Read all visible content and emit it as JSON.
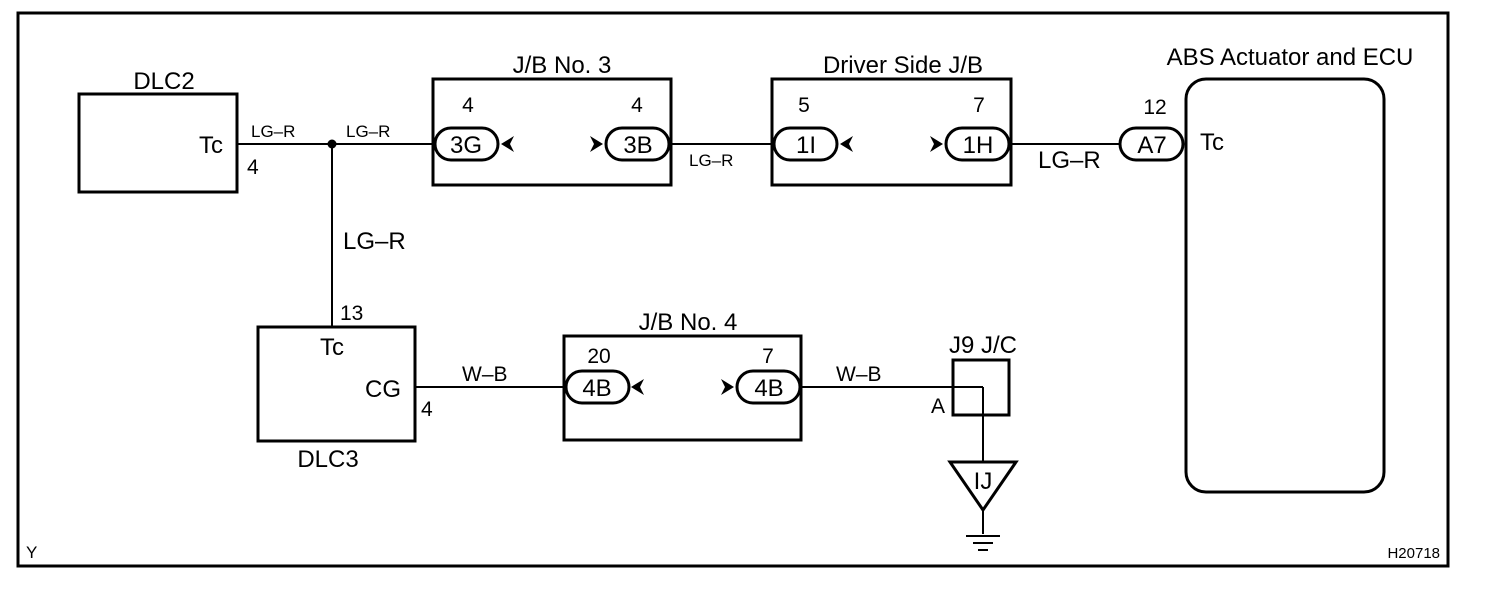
{
  "components": {
    "dlc2": {
      "name": "DLC2",
      "terminal_name": "Tc",
      "pin": "4"
    },
    "dlc3": {
      "name": "DLC3",
      "tc_terminal": "Tc",
      "tc_pin": "13",
      "cg_terminal": "CG",
      "cg_pin": "4"
    },
    "jb3": {
      "name": "J/B No. 3",
      "pin_left": "4",
      "conn_left": "3G",
      "pin_right": "4",
      "conn_right": "3B"
    },
    "dsjb": {
      "name": "Driver Side J/B",
      "pin_left": "5",
      "conn_left": "1I",
      "pin_right": "7",
      "conn_right": "1H"
    },
    "abs": {
      "name": "ABS Actuator and ECU",
      "pin": "12",
      "connector": "A7",
      "terminal_name": "Tc"
    },
    "jb4": {
      "name": "J/B No. 4",
      "pin_left": "20",
      "conn_left": "4B",
      "pin_right": "7",
      "conn_right": "4B"
    },
    "j9": {
      "name": "J9 J/C",
      "pin": "A"
    },
    "ground": {
      "label": "IJ"
    }
  },
  "wires": {
    "w1": "LG–R",
    "w2": "LG–R",
    "w3": "LG–R",
    "w4": "LG–R",
    "w5": "LG–R",
    "w6": "W–B",
    "w7": "W–B"
  },
  "footer": {
    "left_code": "Y",
    "figure_id": "H20718"
  }
}
